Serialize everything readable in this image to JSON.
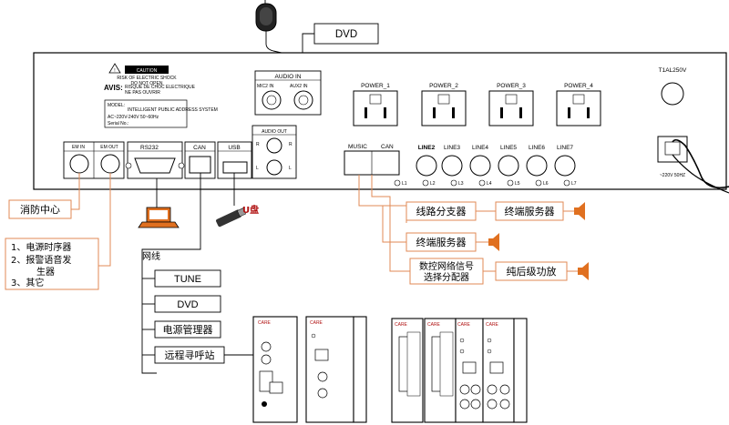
{
  "top": {
    "dvd": "DVD",
    "audio_in": "AUDIO  IN",
    "mic2_in": "MIC2  IN",
    "aux2_in": "AUX2  IN"
  },
  "panel": {
    "caution": "CAUTION",
    "avis": "AVIS:",
    "model": "MODEL:",
    "spec_line1": "AC~220V-240V    50~60Hz",
    "serial": "Serial No.:",
    "power_outlets": [
      "POWER_1",
      "POWER_2",
      "POWER_3",
      "POWER_4"
    ],
    "fuse": "T1AL250V",
    "power_in": "~220V 50HZ",
    "em_in": "EM   IN",
    "em_out": "EM OUT",
    "rs232": "RS232",
    "can": "CAN",
    "usb": "USB",
    "audio_out": "AUDIO OUT",
    "r": "R",
    "l": "L",
    "music": "MUSIC",
    "can2": "CAN",
    "line2": "LINE2",
    "lines": [
      "LINE3",
      "LINE4",
      "LINE5",
      "LINE6",
      "LINE7"
    ],
    "led_labels": [
      "L1",
      "L2",
      "L3",
      "L4",
      "L5",
      "L6",
      "L7"
    ]
  },
  "left": {
    "fire_center": "消防中心",
    "list_1": "1、电源时序器",
    "list_2": "2、报警语音发",
    "list_2b": "生器",
    "list_3": "3、其它"
  },
  "usb_drive_label": "U盘",
  "bus": {
    "label": "网线",
    "tune": "TUNE",
    "dvd": "DVD",
    "power_manager": "电源管理器",
    "remote_paging": "远程寻呼站"
  },
  "right": {
    "line_splitter": "线路分支器",
    "terminal_server_1": "终端服务器",
    "terminal_server_2": "终端服务器",
    "digital_ctrl_1": "数控网络信号",
    "digital_ctrl_2": "选择分配器",
    "pure_amp": "纯后级功放"
  },
  "rack": {
    "mod_labels": [
      "CARE",
      "CARE",
      "CARE",
      "CARE",
      "CARE",
      "CARE"
    ]
  }
}
